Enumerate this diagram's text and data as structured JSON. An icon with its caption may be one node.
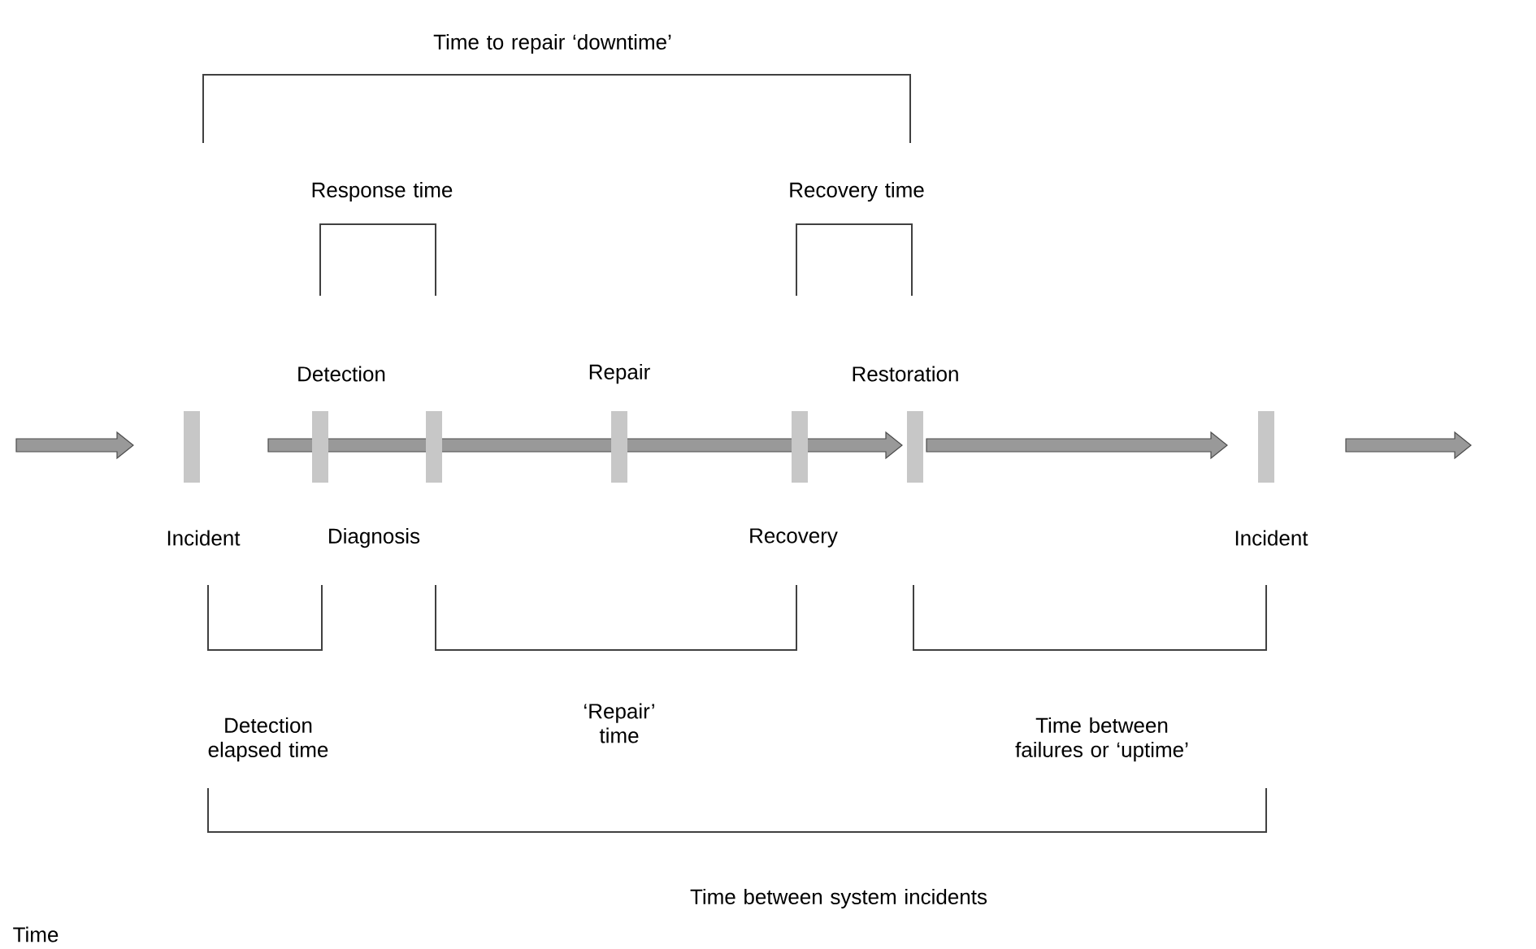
{
  "diagram": {
    "labels": [
      "Time to repair ‘downtime’",
      "Response time",
      "Recovery time",
      "Detection",
      "Repair",
      "Restoration",
      "Incident",
      "Diagnosis",
      "Recovery",
      "Incident",
      "Detection elapsed time",
      "‘Repair’ time",
      "Time between failures or ‘uptime’",
      "Time between system incidents",
      "Time"
    ]
  }
}
